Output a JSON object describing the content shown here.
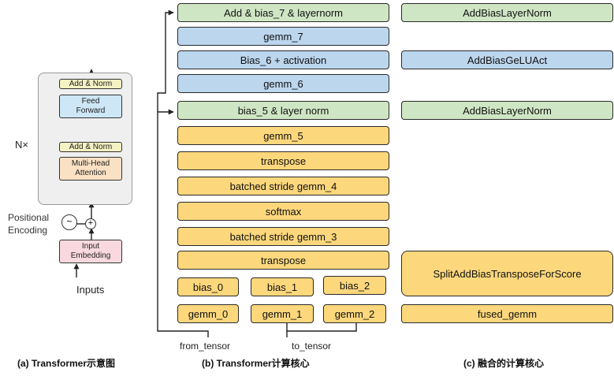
{
  "panel_a": {
    "add_norm_top": "Add & Norm",
    "feed_forward": "Feed\nForward",
    "add_norm_bottom": "Add & Norm",
    "multi_head_attention": "Multi-Head\nAttention",
    "nx": "N×",
    "positional_encoding": "Positional\nEncoding",
    "input_embedding": "Input\nEmbedding",
    "inputs": "Inputs",
    "plus_symbol": "+",
    "caption": "(a) Transformer示意图"
  },
  "panel_b": {
    "add_bias7": "Add & bias_7 & layernorm",
    "gemm7": "gemm_7",
    "bias6": "Bias_6 + activation",
    "gemm6": "gemm_6",
    "bias5": "bias_5 & layer norm",
    "gemm5": "gemm_5",
    "transpose_top": "transpose",
    "bsg4": "batched stride gemm_4",
    "softmax": "softmax",
    "bsg3": "batched stride gemm_3",
    "transpose_bottom": "transpose",
    "bias0": "bias_0",
    "bias1": "bias_1",
    "bias2": "bias_2",
    "gemm0": "gemm_0",
    "gemm1": "gemm_1",
    "gemm2": "gemm_2",
    "from_tensor": "from_tensor",
    "to_tensor": "to_tensor",
    "caption": "(b) Transformer计算核心"
  },
  "panel_c": {
    "addbias_layernorm_top": "AddBiasLayerNorm",
    "addbias_gelu": "AddBiasGeLUAct",
    "addbias_layernorm_mid": "AddBiasLayerNorm",
    "split_transpose": "SplitAddBiasTransposeForScore",
    "fused_gemm": "fused_gemm",
    "caption": "(c) 融合的计算核心"
  },
  "colors": {
    "green": "#cfe6c4",
    "blue": "#bcd6ee",
    "yellow": "#fcd77c"
  }
}
